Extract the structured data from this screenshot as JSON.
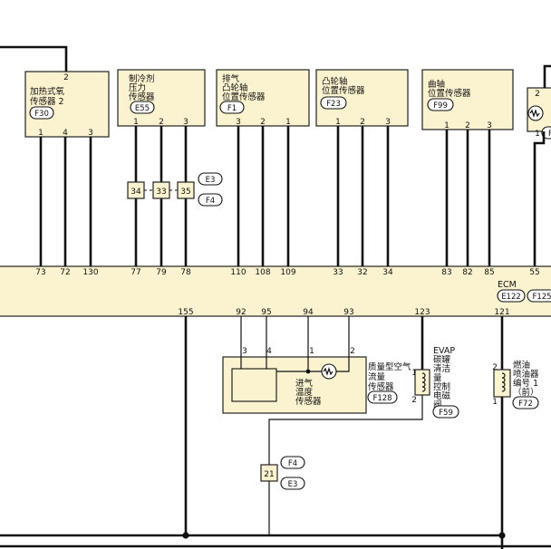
{
  "ecm": {
    "label": "ECM",
    "connectors": [
      "E122",
      "F125"
    ],
    "top_pins": [
      "73",
      "72",
      "130",
      "77",
      "79",
      "78",
      "110",
      "108",
      "109",
      "33",
      "32",
      "34",
      "83",
      "82",
      "85",
      "55"
    ],
    "bottom_pins": [
      "155",
      "92",
      "95",
      "94",
      "93",
      "123",
      "121"
    ]
  },
  "components": {
    "o2_sensor": {
      "lines": [
        "加热式氧",
        "传感器 2"
      ],
      "connector": "F30",
      "top_pin": "2",
      "pins": [
        "1",
        "4",
        "3"
      ]
    },
    "refrigerant_sensor": {
      "lines": [
        "制冷剂",
        "压力",
        "传感器"
      ],
      "connector": "E55",
      "pins": [
        "1",
        "2",
        "3"
      ]
    },
    "exhaust_cam_sensor": {
      "lines": [
        "排气",
        "凸轮轴",
        "位置传感器"
      ],
      "connector": "F1",
      "pins": [
        "3",
        "2",
        "1"
      ]
    },
    "cam_sensor": {
      "lines": [
        "凸轮轴",
        "位置传感器"
      ],
      "connector": "F23",
      "pins": [
        "1",
        "2",
        "3"
      ]
    },
    "crank_sensor": {
      "lines": [
        "曲轴",
        "位置传感器"
      ],
      "connector": "F99",
      "pins": [
        "1",
        "2",
        "3"
      ]
    },
    "right_sensor": {
      "pins": [
        "2",
        "1"
      ],
      "connector_partial": "F"
    },
    "maf_sensor": {
      "lines": [
        "质量型空气",
        "流量",
        "传感器"
      ],
      "connector": "F128",
      "pins": [
        "3",
        "4",
        "1",
        "2"
      ]
    },
    "iat_sensor": {
      "lines": [
        "进气",
        "温度",
        "传感器"
      ]
    },
    "evap_valve": {
      "lines": [
        "EVAP",
        "碳罐",
        "清洁",
        "量",
        "控制",
        "电磁",
        "阀"
      ],
      "connector": "F59",
      "pins": [
        "1",
        "2"
      ]
    },
    "injector": {
      "lines": [
        "燃油",
        "喷油器",
        "编号 1",
        "（前）"
      ],
      "connector": "F72",
      "pins": [
        "2",
        "1"
      ]
    }
  },
  "joints": {
    "joint_a": {
      "pins": [
        "34",
        "33",
        "35"
      ],
      "connectors": [
        "E3",
        "F4"
      ]
    },
    "joint_b": {
      "pin": "21",
      "connectors": [
        "F4",
        "E3"
      ]
    }
  }
}
